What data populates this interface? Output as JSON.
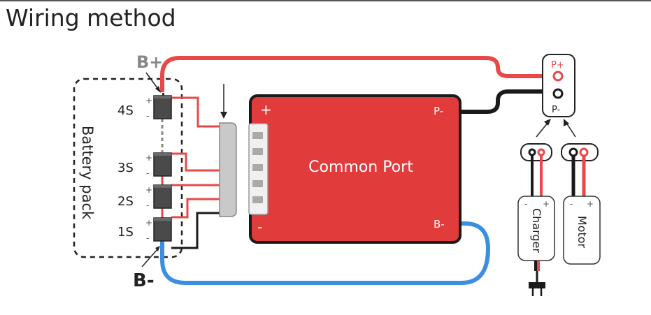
{
  "header": {
    "title": "Wiring method"
  },
  "battery": {
    "pack_label": "Battery pack",
    "cells": [
      "4S",
      "3S",
      "2S",
      "1S"
    ],
    "plus_sign": "+",
    "minus_sign": "-",
    "b_plus": "B+",
    "b_minus": "B-"
  },
  "board": {
    "label": "Common Port",
    "plus": "+",
    "minus": "-",
    "p_minus": "P-",
    "b_minus": "B-"
  },
  "port": {
    "p_plus": "P+",
    "p_minus": "P-"
  },
  "charger": {
    "label": "Charger",
    "minus": "-",
    "plus": "+"
  },
  "motor": {
    "label": "Motor",
    "minus": "-",
    "plus": "+"
  },
  "colors": {
    "board_red": "#e23b3b",
    "wire_red": "#e84848",
    "wire_blue": "#3c8fe0",
    "wire_black": "#1a1a1a",
    "pcb_gray": "#c9c9c9",
    "cell_gray": "#4a4a4a"
  }
}
